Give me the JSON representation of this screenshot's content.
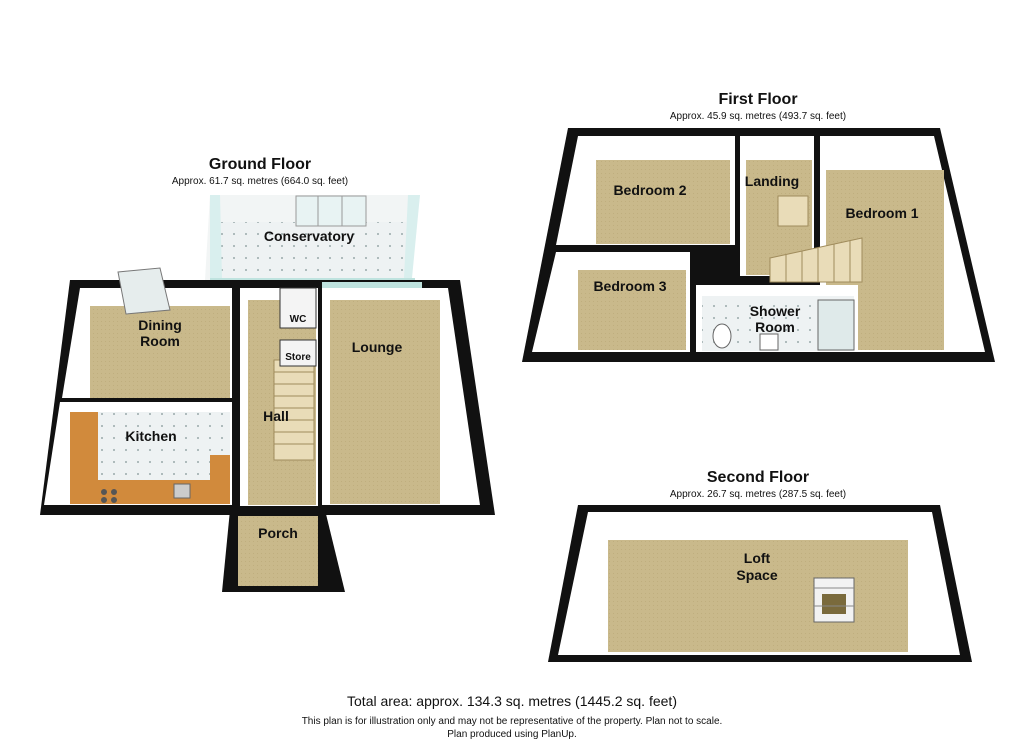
{
  "floors": {
    "ground": {
      "title": "Ground Floor",
      "area": "Approx. 61.7 sq. metres (664.0 sq. feet)",
      "rooms": {
        "conservatory": "Conservatory",
        "dining_line1": "Dining",
        "dining_line2": "Room",
        "wc": "WC",
        "store": "Store",
        "lounge": "Lounge",
        "kitchen": "Kitchen",
        "hall": "Hall",
        "porch": "Porch"
      }
    },
    "first": {
      "title": "First Floor",
      "area": "Approx. 45.9 sq. metres (493.7 sq. feet)",
      "rooms": {
        "bedroom2": "Bedroom 2",
        "landing": "Landing",
        "bedroom1": "Bedroom 1",
        "bedroom3": "Bedroom 3",
        "shower_line1": "Shower",
        "shower_line2": "Room"
      }
    },
    "second": {
      "title": "Second Floor",
      "area": "Approx. 26.7 sq. metres (287.5 sq. feet)",
      "rooms": {
        "loft_line1": "Loft",
        "loft_line2": "Space"
      }
    }
  },
  "footer": {
    "total": "Total area: approx. 134.3 sq. metres (1445.2 sq. feet)",
    "disclaimer": "This plan is for illustration only and may not be representative of the property. Plan not to scale.",
    "credit": "Plan produced using PlanUp."
  },
  "colors": {
    "floor": "#c8b98a",
    "wall_top": "#111111",
    "wall_face": "#ffffff",
    "glass": "#bfe3df",
    "kitchen_counter": "#d18a3c",
    "tile": "#eef2f3"
  }
}
